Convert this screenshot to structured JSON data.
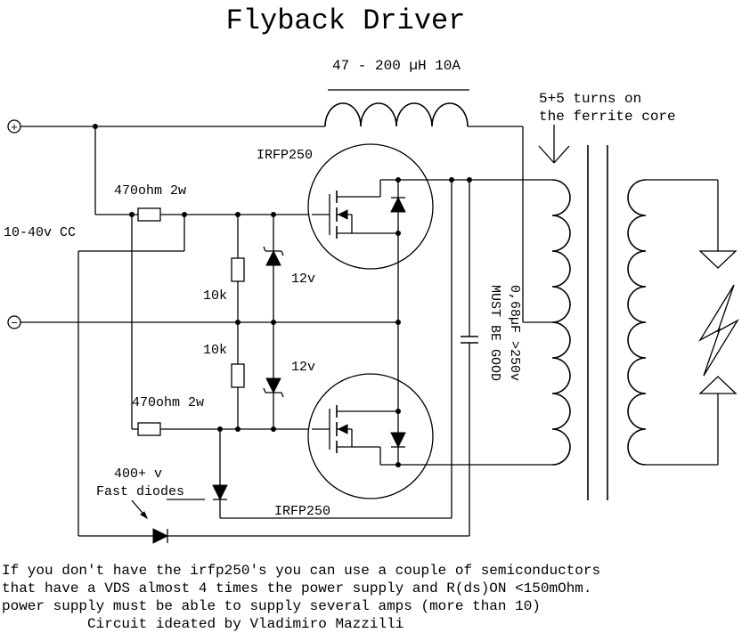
{
  "title": "Flyback Driver",
  "inductor_label": "47 - 200 µH 10A",
  "turns_label_1": "5+5 turns on",
  "turns_label_2": "the ferrite core",
  "mosfet_top_label": "IRFP250",
  "mosfet_bottom_label": "IRFP250",
  "resistor_top_label": "470ohm 2w",
  "resistor_bottom_label": "470ohm 2w",
  "supply_label": "10-40v CC",
  "zener_top_label": "12v",
  "zener_bottom_label": "12v",
  "res_10k_top_label": "10k",
  "res_10k_bottom_label": "10k",
  "cap_label_1": "0,68µF >250v",
  "cap_label_2": "MUST BE GOOD",
  "diode_label_1": "400+ v",
  "diode_label_2": "Fast diodes",
  "plus_terminal_symbol": "+",
  "minus_terminal_symbol": "−",
  "note_lines": [
    "If you don't have the irfp250's you can use a couple of semiconductors",
    "that have a VDS almost 4 times the power supply and R(ds)ON <150mOhm.",
    "power supply must be able to supply several amps (more than 10)",
    "          Circuit ideated by Vladimiro Mazzilli"
  ]
}
